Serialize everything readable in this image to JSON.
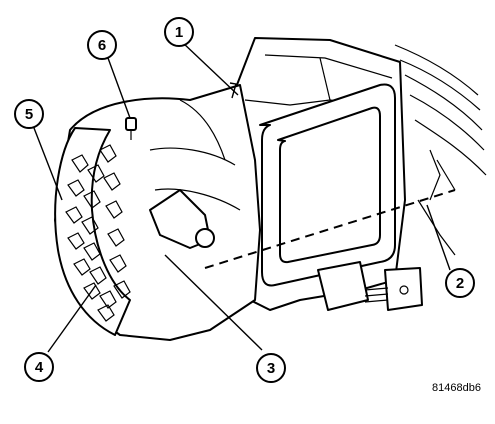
{
  "callouts": [
    {
      "id": "callout-1",
      "label": "1"
    },
    {
      "id": "callout-2",
      "label": "2"
    },
    {
      "id": "callout-3",
      "label": "3"
    },
    {
      "id": "callout-4",
      "label": "4"
    },
    {
      "id": "callout-5",
      "label": "5"
    },
    {
      "id": "callout-6",
      "label": "6"
    }
  ],
  "figure_id": "81468db6"
}
